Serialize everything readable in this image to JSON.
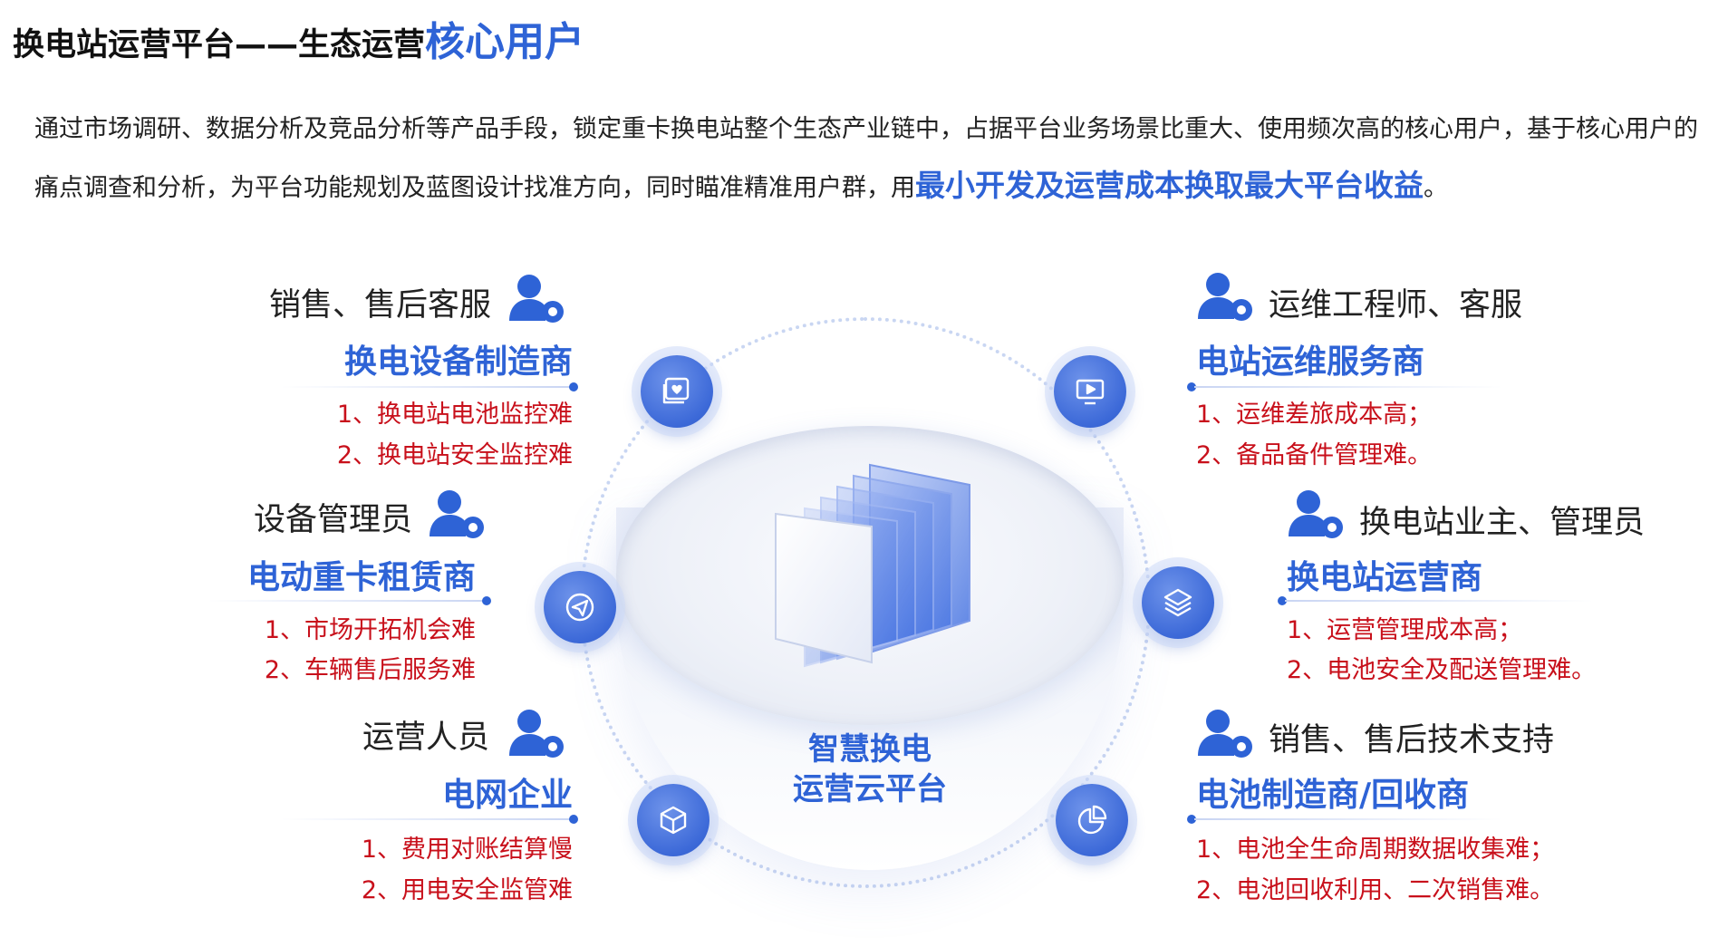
{
  "title": {
    "prefix": "换电站运营平台——生态运营",
    "highlight": "核心用户"
  },
  "intro": {
    "text": "通过市场调研、数据分析及竞品分析等产品手段，锁定重卡换电站整个生态产业链中，占据平台业务场景比重大、使用频次高的核心用户，基于核心用户的痛点调查和分析，为平台功能规划及蓝图设计找准方向，同时瞄准精准用户群，用",
    "highlight": "最小开发及运营成本换取最大平台收益",
    "end": "。"
  },
  "center": {
    "line1": "智慧换电",
    "line2": "运营云平台"
  },
  "groups": {
    "left_top": {
      "role": "销售、售后客服",
      "company": "换电设备制造商",
      "pains": [
        "1、换电站电池监控难",
        "2、换电站安全监控难"
      ]
    },
    "left_mid": {
      "role": "设备管理员",
      "company": "电动重卡租赁商",
      "pains": [
        "1、市场开拓机会难",
        "2、车辆售后服务难"
      ]
    },
    "left_bot": {
      "role": "运营人员",
      "company": "电网企业",
      "pains": [
        "1、费用对账结算慢",
        "2、用电安全监管难"
      ]
    },
    "right_top": {
      "role": "运维工程师、客服",
      "company": "电站运维服务商",
      "pains": [
        "1、运维差旅成本高；",
        "2、备品备件管理难。"
      ]
    },
    "right_mid": {
      "role": "换电站业主、管理员",
      "company": "换电站运营商",
      "pains": [
        "1、运营管理成本高；",
        "2、电池安全及配送管理难。"
      ]
    },
    "right_bot": {
      "role": "销售、售后技术支持",
      "company": "电池制造商/回收商",
      "pains": [
        "1、电池全生命周期数据收集难；",
        "2、电池回收利用、二次销售难。"
      ]
    }
  },
  "icons": [
    "user-gear-icon",
    "heart-image-icon",
    "monitor-play-icon",
    "send-icon",
    "layers-icon",
    "cube-icon",
    "pie-chart-icon"
  ],
  "colors": {
    "accent": "#2e63d6",
    "pain": "#c8101b",
    "node": "#3c69d8"
  }
}
